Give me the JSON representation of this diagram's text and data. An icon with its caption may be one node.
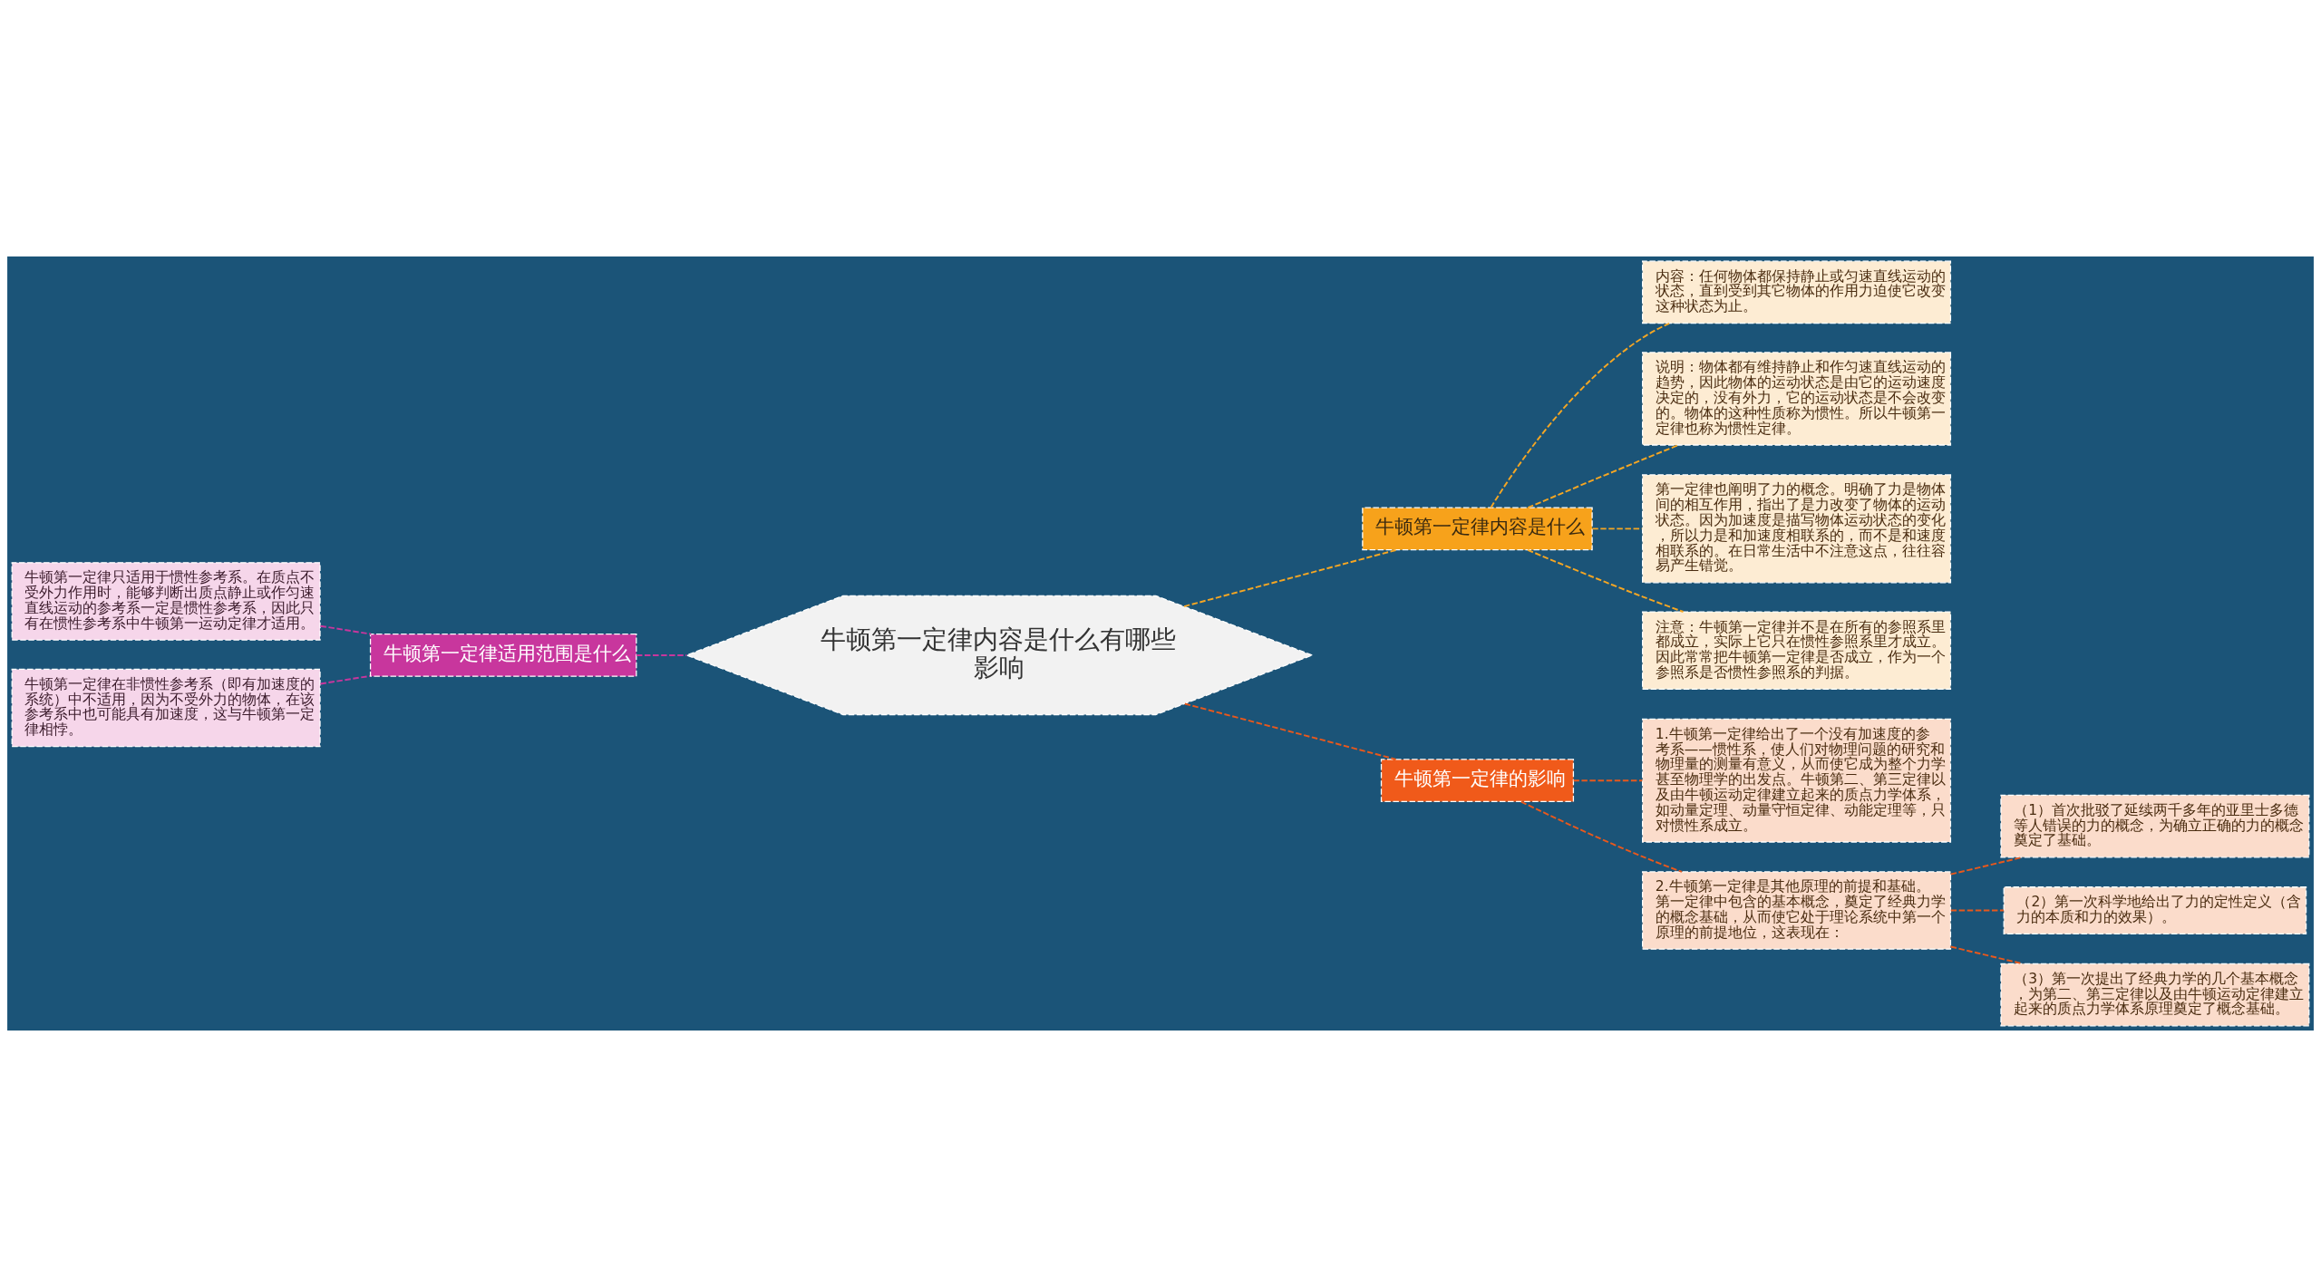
{
  "diagram": {
    "nodes": [
      {
        "text": [
          "牛顿第一定律内容是什么有哪些影响"
        ]
      },
      {
        "text": [
          "牛顿第一定律内容是什么"
        ]
      },
      {
        "text": [
          "内容：任何物体都保持静止或匀速直线运动的状态，直到受到其它物体的作用力迫使它改变这种状态为止。"
        ]
      },
      {
        "text": [
          "说明：物体都有维持静止和作匀速直线运动的趋势，因此物体的运动状态是由它的运动速度决定的，没有外力，它的运动状态是不会改变的。物体的这种性质称为惯性。所以牛顿第一定律也称为惯性定律。"
        ]
      },
      {
        "text": [
          "第一定律也阐明了力的概念。明确了力是物体间的相互作用，指出了是力改变了物体的运动状态。因为加速度是描写物体运动状态的变化，所以力是和加速度相联系的，而不是和速度相联系的。在日常生活中不注意这点，往往容易产生错觉。"
        ]
      },
      {
        "text": [
          "注意：牛顿第一定律并不是在所有的参照系里都成立，实际上它只在惯性参照系里才成立。因此常常把牛顿第一定律是否成立，作为一个参照系是否惯性参照系的判据。"
        ]
      },
      {
        "text": [
          "牛顿第一定律的影响"
        ]
      },
      {
        "text": [
          "1.牛顿第一定律给出了一个没有加速度的参考系——惯性系，使人们对物理问题的研究和物理量的测量有意义，从而使它成为整个力学甚至物理学的出发点。牛顿第二、第三定律以及由牛顿运动定律建立起来的质点力学体系，如动量定理、动量守恒定律、动能定理等，只对惯性系成立。"
        ]
      },
      {
        "text": [
          "2.牛顿第一定律是其他原理的前提和基础。第一定律中包含的基本概念，奠定了经典力学的概念基础，从而使它处于理论系统中第一个原理的前提地位，这表现在："
        ]
      },
      {
        "text": [
          "（1）首次批驳了延续两千多年的亚里士多德等人错误的力的概念，为确立正确的力的概念奠定了基础。"
        ]
      },
      {
        "text": [
          "（2）第一次科学地给出了力的定性定义（含力的本质和力的效果）。"
        ]
      },
      {
        "text": [
          "（3）第一次提出了经典力学的几个基本概念，为第二、第三定律以及由牛顿运动定律建立起来的质点力学体系原理奠定了概念基础。"
        ]
      },
      {
        "text": [
          "牛顿第一定律适用范围是什么"
        ]
      },
      {
        "text": [
          "牛顿第一定律只适用于惯性参考系。在质点不受外力作用时，能够判断出质点静止或作匀速直线运动的参考系一定是惯性参考系，因此只有在惯性参考系中牛顿第一运动定律才适用。"
        ]
      },
      {
        "text": [
          "牛顿第一定律在非惯性参考系（即有加速度的系统）中不适用，因为不受外力的物体，在该参考系中也可能具有加速度，这与牛顿第一定律相悖。"
        ]
      }
    ],
    "edges": [
      {
        "from": 0,
        "to": 1,
        "arrow": "none",
        "style": "dashed",
        "color": "#f5a623"
      },
      {
        "from": 1,
        "to": 2,
        "arrow": "none",
        "style": "dashed",
        "color": "#f5a623"
      },
      {
        "from": 1,
        "to": 3,
        "arrow": "none",
        "style": "dashed",
        "color": "#f5a623"
      },
      {
        "from": 1,
        "to": 4,
        "arrow": "none",
        "style": "dashed",
        "color": "#f5a623"
      },
      {
        "from": 1,
        "to": 5,
        "arrow": "none",
        "style": "dashed",
        "color": "#f5a623"
      },
      {
        "from": 0,
        "to": 6,
        "arrow": "none",
        "style": "dashed"
      },
      {
        "from": 6,
        "to": 7,
        "arrow": "none",
        "style": "dashed"
      },
      {
        "from": 6,
        "to": 8,
        "arrow": "none",
        "style": "dashed"
      },
      {
        "from": 8,
        "to": 9,
        "arrow": "none",
        "style": "dashed"
      },
      {
        "from": 8,
        "to": 10,
        "arrow": "none",
        "style": "dashed"
      },
      {
        "from": 8,
        "to": 11,
        "arrow": "none",
        "style": "dashed"
      },
      {
        "from": 0,
        "to": 12,
        "arrow": "none",
        "style": "dashed",
        "color": "#c8369d"
      },
      {
        "from": 12,
        "to": 13,
        "arrow": "none",
        "style": "dashed",
        "color": "#c8369d"
      },
      {
        "from": 12,
        "to": 14,
        "arrow": "none",
        "style": "dashed",
        "color": "#c8369d"
      }
    ]
  }
}
